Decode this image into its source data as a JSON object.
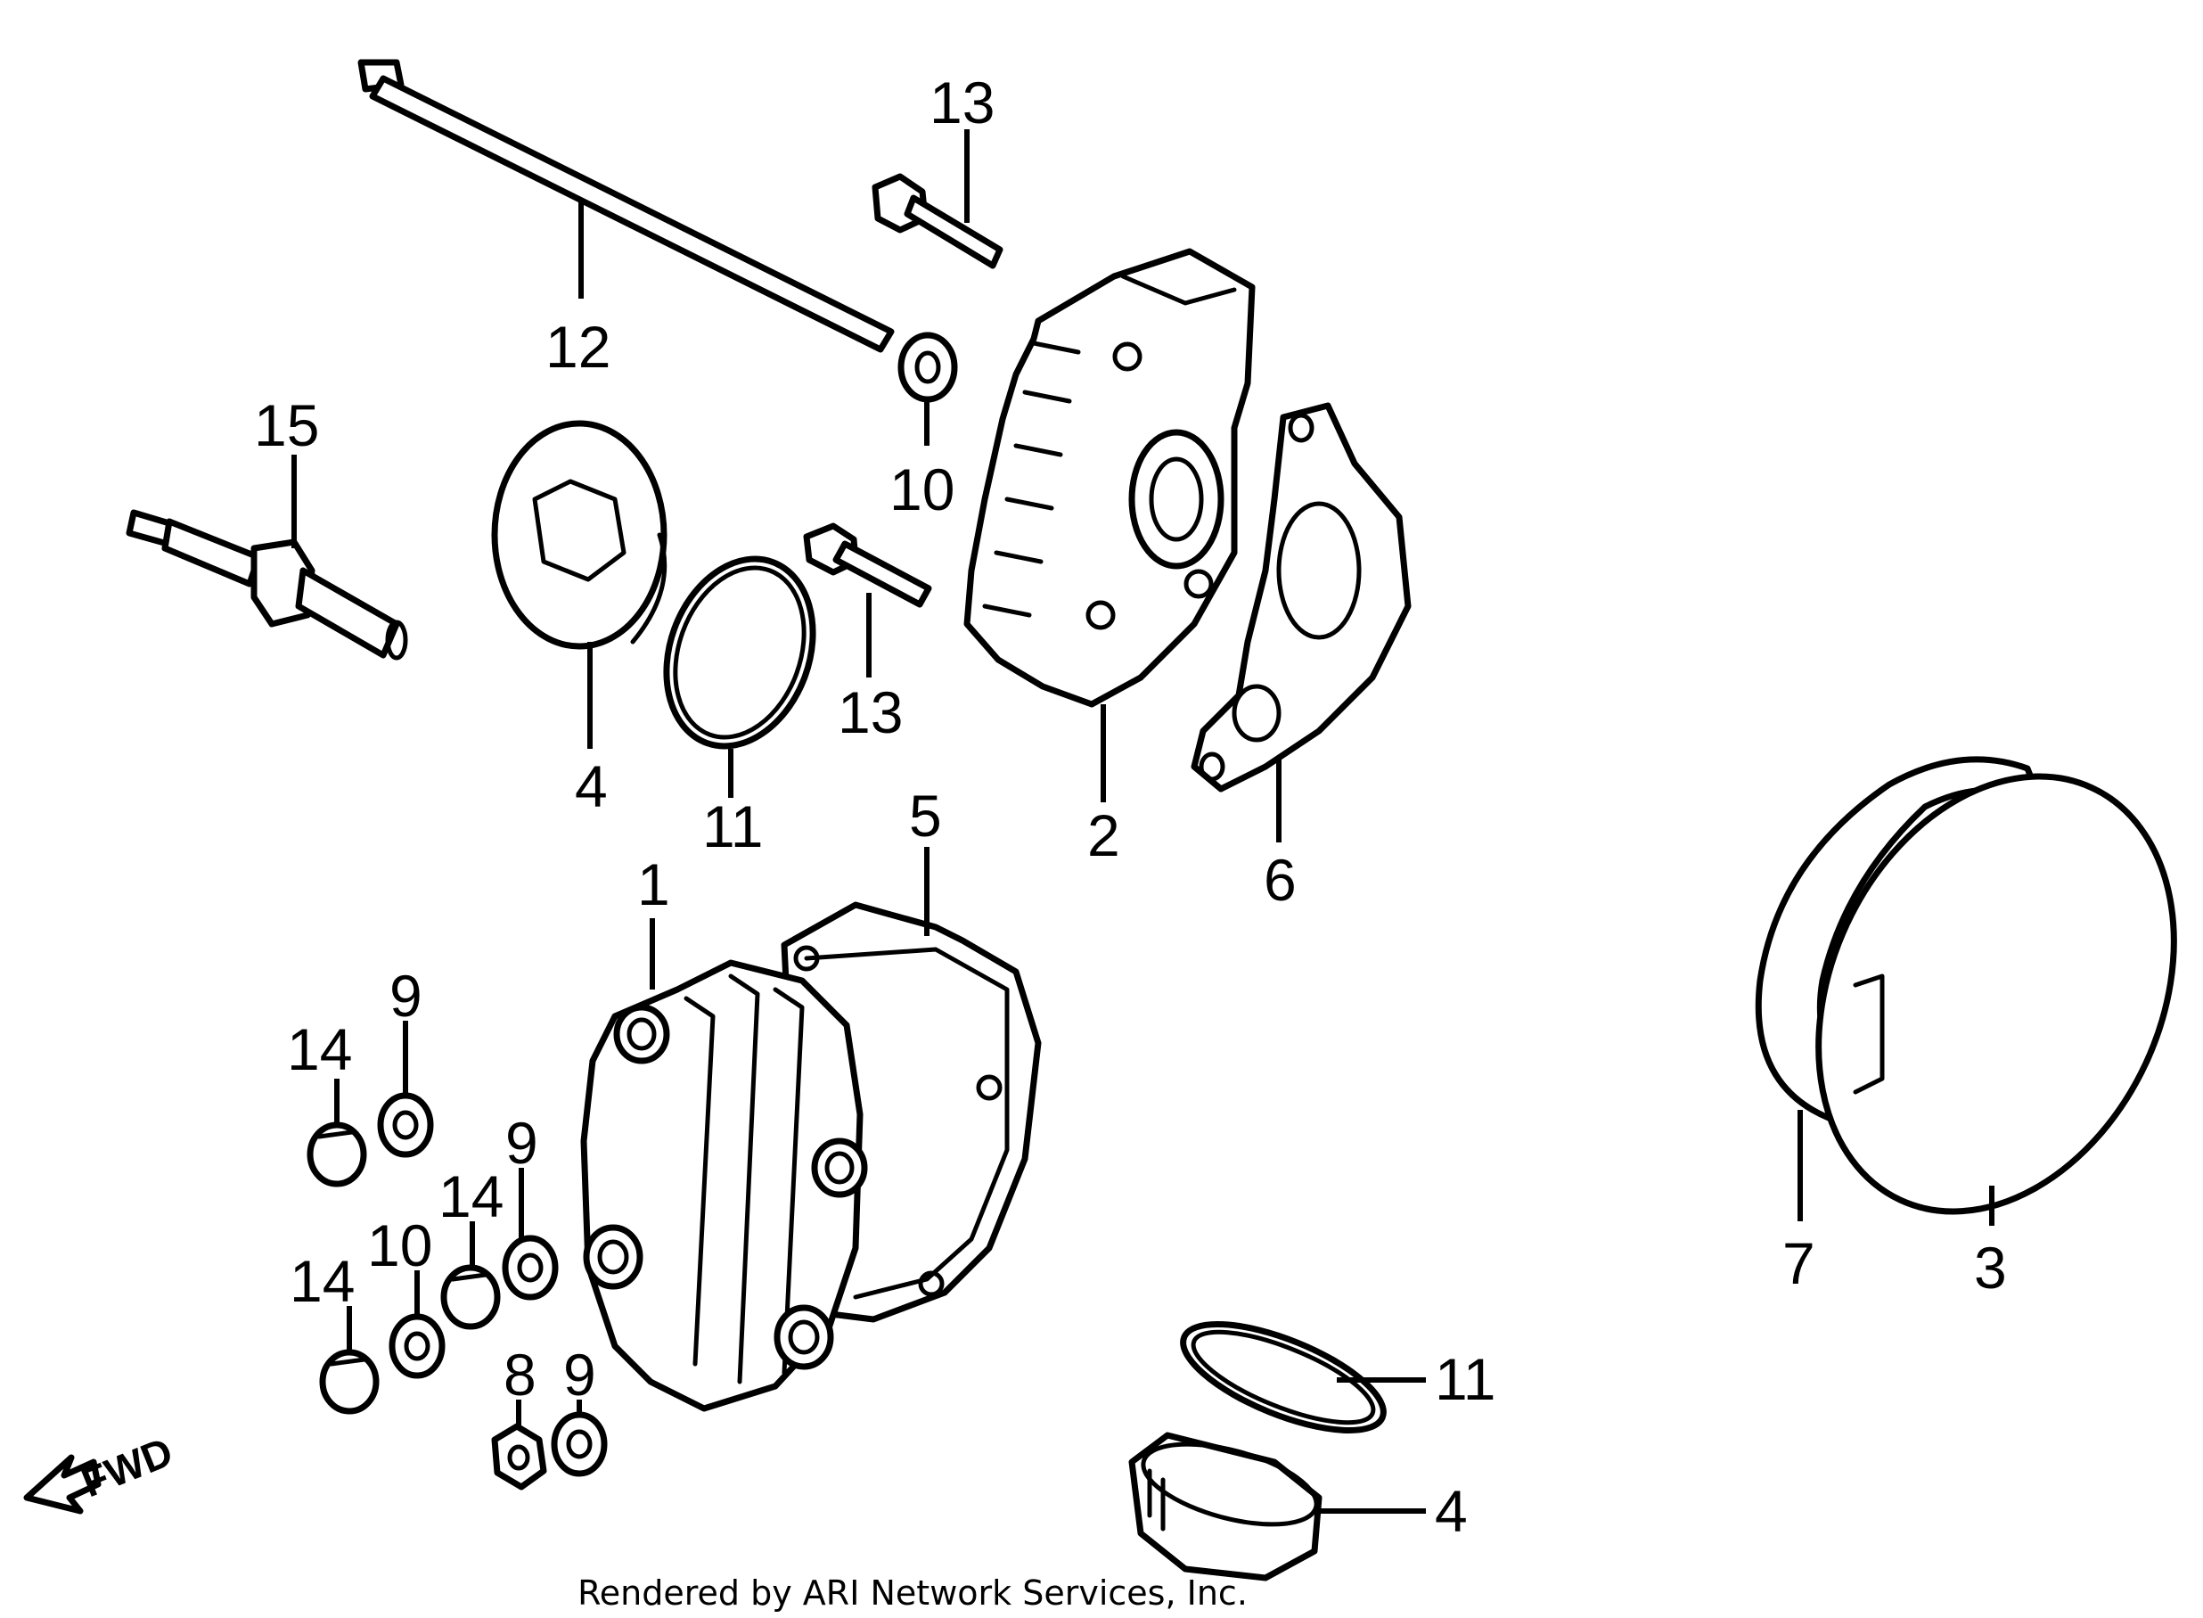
{
  "callouts": {
    "c1": "1",
    "c2": "2",
    "c3": "3",
    "c4a": "4",
    "c4b": "4",
    "c5": "5",
    "c6": "6",
    "c7": "7",
    "c8": "8",
    "c9a": "9",
    "c9b": "9",
    "c9c": "9",
    "c10a": "10",
    "c10b": "10",
    "c11a": "11",
    "c11b": "11",
    "c12": "12",
    "c13a": "13",
    "c13b": "13",
    "c14a": "14",
    "c14b": "14",
    "c14c": "14",
    "c15": "15"
  },
  "direction_label": "FWD",
  "credit": "Rendered by ARI Network Services, Inc."
}
